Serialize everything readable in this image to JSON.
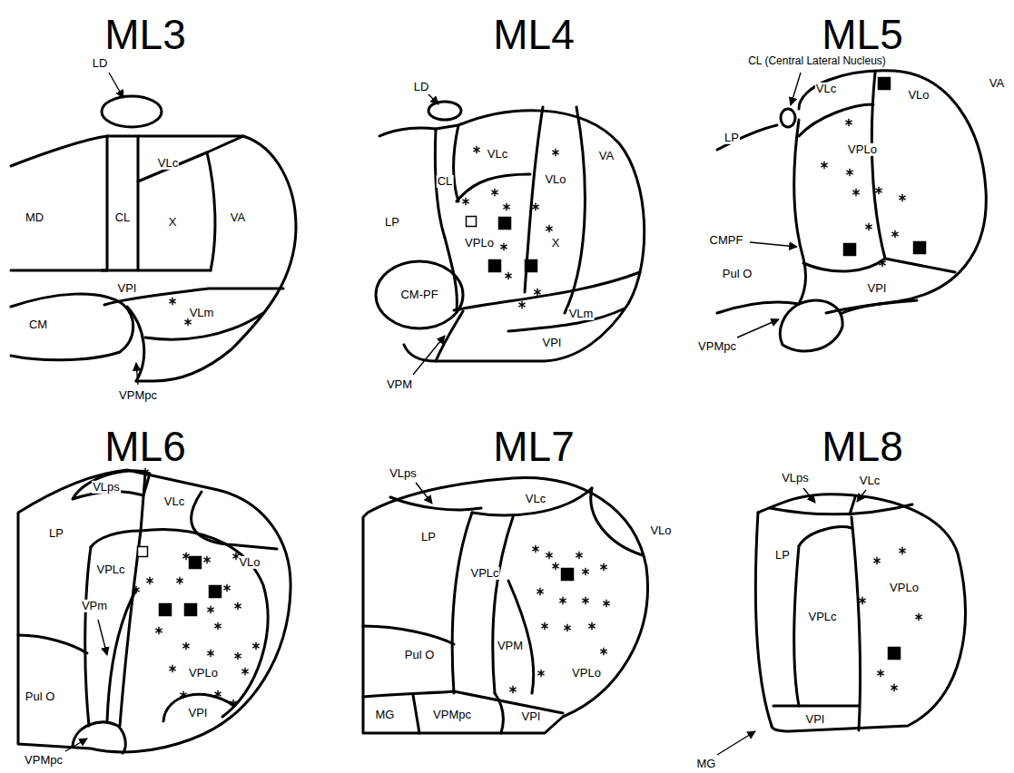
{
  "diagram": {
    "labels": [
      "ML3",
      "LD",
      "MD",
      "CL",
      "VLc",
      "X",
      "VA",
      "CM",
      "VPI",
      "VLm",
      "VPMpc",
      "ML4",
      "LD",
      "VLc",
      "CL",
      "LP",
      "VPLo",
      "VA",
      "VLo",
      "X",
      "CM-PF",
      "VLm",
      "VPI",
      "VPM",
      "ML5",
      "CL (Central Lateral Nucleus)",
      "VLc",
      "LP",
      "VLo",
      "VA",
      "VPLo",
      "CMPF",
      "Pul O",
      "VPI",
      "VPMpc",
      "ML6",
      "VLps",
      "VLc",
      "LP",
      "VLo",
      "VPLc",
      "VPm",
      "Pul O",
      "VPLo",
      "VPI",
      "VPMpc",
      "ML7",
      "VLps",
      "VLc",
      "LP",
      "VLo",
      "VPLc",
      "Pul O",
      "VPM",
      "VPLo",
      "MG",
      "VPMpc",
      "VPI",
      "ML8",
      "VLps",
      "VLc",
      "LP",
      "VPLo",
      "VPLc",
      "VPI",
      "MG"
    ]
  }
}
